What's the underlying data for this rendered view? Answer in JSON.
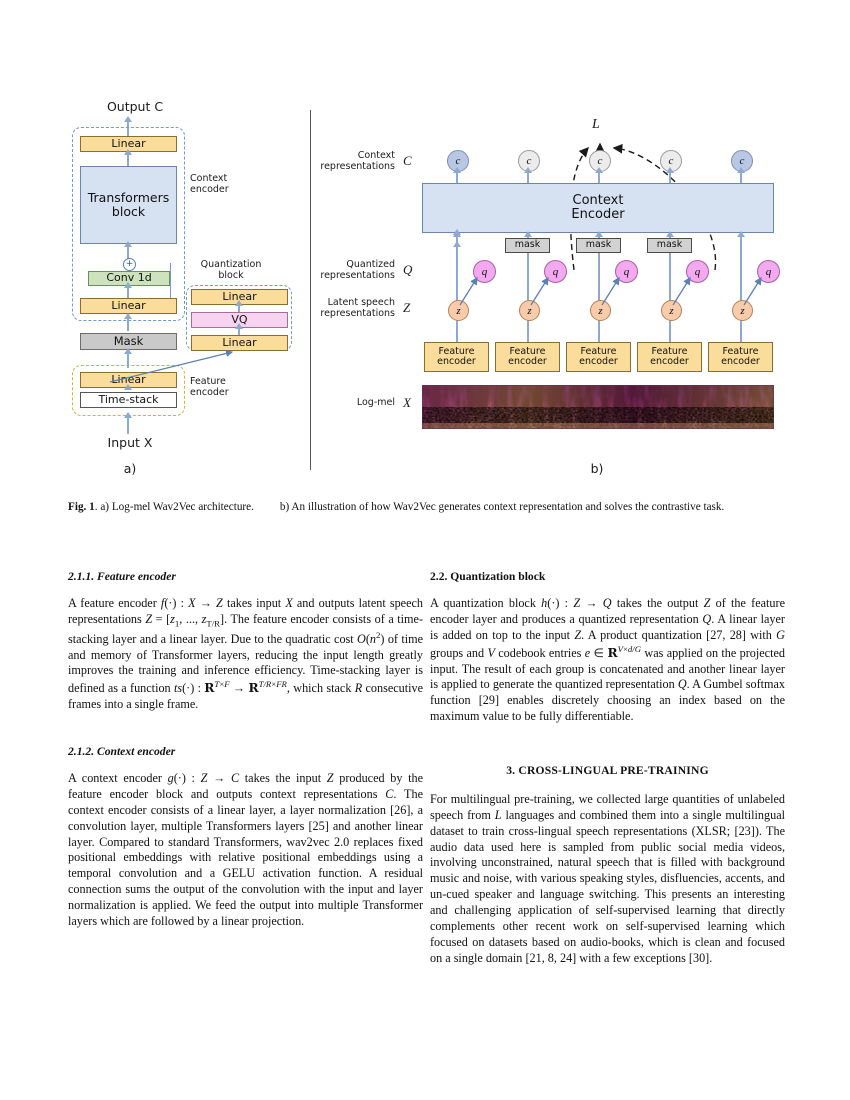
{
  "figure": {
    "divider": true,
    "panel_a": {
      "label": "a)",
      "top_label": "Output C",
      "bottom_label": "Input X",
      "blocks": [
        {
          "id": "linear-top",
          "text": "Linear",
          "color": "#fbdd9b"
        },
        {
          "id": "transformers-block",
          "text": "Transformers block",
          "color": "#d6e2f2"
        },
        {
          "id": "conv1d",
          "text": "Conv 1d",
          "color": "#cde3bd"
        },
        {
          "id": "linear-ctx",
          "text": "Linear",
          "color": "#fbdd9b"
        },
        {
          "id": "mask",
          "text": "Mask",
          "color": "#c9c9c9"
        },
        {
          "id": "linear-feat",
          "text": "Linear",
          "color": "#fbdd9b"
        },
        {
          "id": "time-stack",
          "text": "Time-stack",
          "color": "#ffffff"
        },
        {
          "id": "quant-linear-top",
          "text": "Linear",
          "color": "#fbdd9b"
        },
        {
          "id": "vq",
          "text": "VQ",
          "color": "#f6d4f0"
        },
        {
          "id": "quant-linear-bottom",
          "text": "Linear",
          "color": "#fbdd9b"
        }
      ],
      "group_labels": {
        "context_encoder": "Context\nencoder",
        "quantization_block": "Quantization\nblock",
        "feature_encoder": "Feature\nencoder"
      },
      "plus_symbol": "+"
    },
    "panel_b": {
      "label": "b)",
      "loss_symbol": "L",
      "row_labels": [
        {
          "id": "context-representations",
          "text": "Context\nrepresentations",
          "symbol": "C"
        },
        {
          "id": "quantized-representations",
          "text": "Quantized\nrepresentations",
          "symbol": "Q"
        },
        {
          "id": "latent-speech-representations",
          "text": "Latent speech\nrepresentations",
          "symbol": "Z"
        },
        {
          "id": "log-mel",
          "text": "Log-mel",
          "symbol": "X"
        }
      ],
      "context_encoder_text": "Context\nEncoder",
      "c_nodes": [
        {
          "text": "c",
          "highlight": true
        },
        {
          "text": "c",
          "highlight": false
        },
        {
          "text": "c",
          "highlight": false
        },
        {
          "text": "c",
          "highlight": false
        },
        {
          "text": "c",
          "highlight": true
        }
      ],
      "q_nodes": [
        "q",
        "q",
        "q",
        "q",
        "q"
      ],
      "z_nodes": [
        "z",
        "z",
        "z",
        "z",
        "z"
      ],
      "mask_labels": [
        "mask",
        "mask",
        "mask"
      ],
      "feature_encoders": [
        "Feature encoder",
        "Feature encoder",
        "Feature encoder",
        "Feature encoder",
        "Feature encoder"
      ]
    },
    "caption_bold": "Fig. 1",
    "caption_a": ". a) Log-mel Wav2Vec architecture.",
    "caption_b": "b) An illustration of how Wav2Vec generates context representation and solves the contrastive task."
  },
  "left_column": {
    "section_211_heading": "2.1.1.  Feature encoder",
    "section_211_body": "A feature encoder f(·) : X → Z takes input X and outputs latent speech representations Z = [z1, ..., zT/R]. The feature encoder consists of a time-stacking layer and a linear layer. Due to the quadratic cost O(n2) of time and memory of Transformer layers, reducing the input length greatly improves the training and inference efficiency. Time-stacking layer is defined as a function ts(·) : RT×F → RT/R×FR, which stack R consecutive frames into a single frame.",
    "section_212_heading": "2.1.2.  Context encoder",
    "section_212_body": "A context encoder g(·) : Z → C takes the input Z produced by the feature encoder block and outputs context representations C. The context encoder consists of a linear layer, a layer normalization [26], a convolution layer, multiple Transformers layers [25] and another linear layer. Compared to standard Transformers, wav2vec 2.0 replaces fixed positional embeddings with relative positional embeddings using a temporal convolution and a GELU activation function. A residual connection sums the output of the convolution with the input and layer normalization is applied. We feed the output into multiple Transformer layers which are followed by a linear projection."
  },
  "right_column": {
    "section_22_heading": "2.2.  Quantization block",
    "section_22_body": "A quantization block h(·) : Z → Q takes the output Z of the feature encoder layer and produces a quantized representation Q. A linear layer is added on top to the input Z. A product quantization [27, 28] with G groups and V codebook entries e ∈ RV×d/G was applied on the projected input. The result of each group is concatenated and another linear layer is applied to generate the quantized representation Q. A Gumbel softmax function [29] enables discretely choosing an index based on the maximum value to be fully differentiable.",
    "section_3_heading": "3.  CROSS-LINGUAL PRE-TRAINING",
    "section_3_body": "For multilingual pre-training, we collected large quantities of unlabeled speech from L languages and combined them into a single multilingual dataset to train cross-lingual speech representations (XLSR; [23]). The audio data used here is sampled from public social media videos, involving unconstrained, natural speech that is filled with background music and noise, with various speaking styles, disfluencies, accents, and un-cued speaker and language switching. This presents an interesting and challenging application of self-supervised learning that directly complements other recent work on self-supervised learning which focused on datasets based on audio-books, which is clean and focused on a single domain [21, 8, 24] with a few exceptions [30]."
  },
  "colors": {
    "yellow": "#fbdd9b",
    "blue": "#d6e2f2",
    "green": "#cde3bd",
    "pink": "#f6d4f0",
    "grey": "#c9c9c9",
    "node_c": "#b8c8e4",
    "node_q": "#f3a9ef",
    "node_z": "#f8ccab",
    "arrow": "#8ea9d0"
  }
}
